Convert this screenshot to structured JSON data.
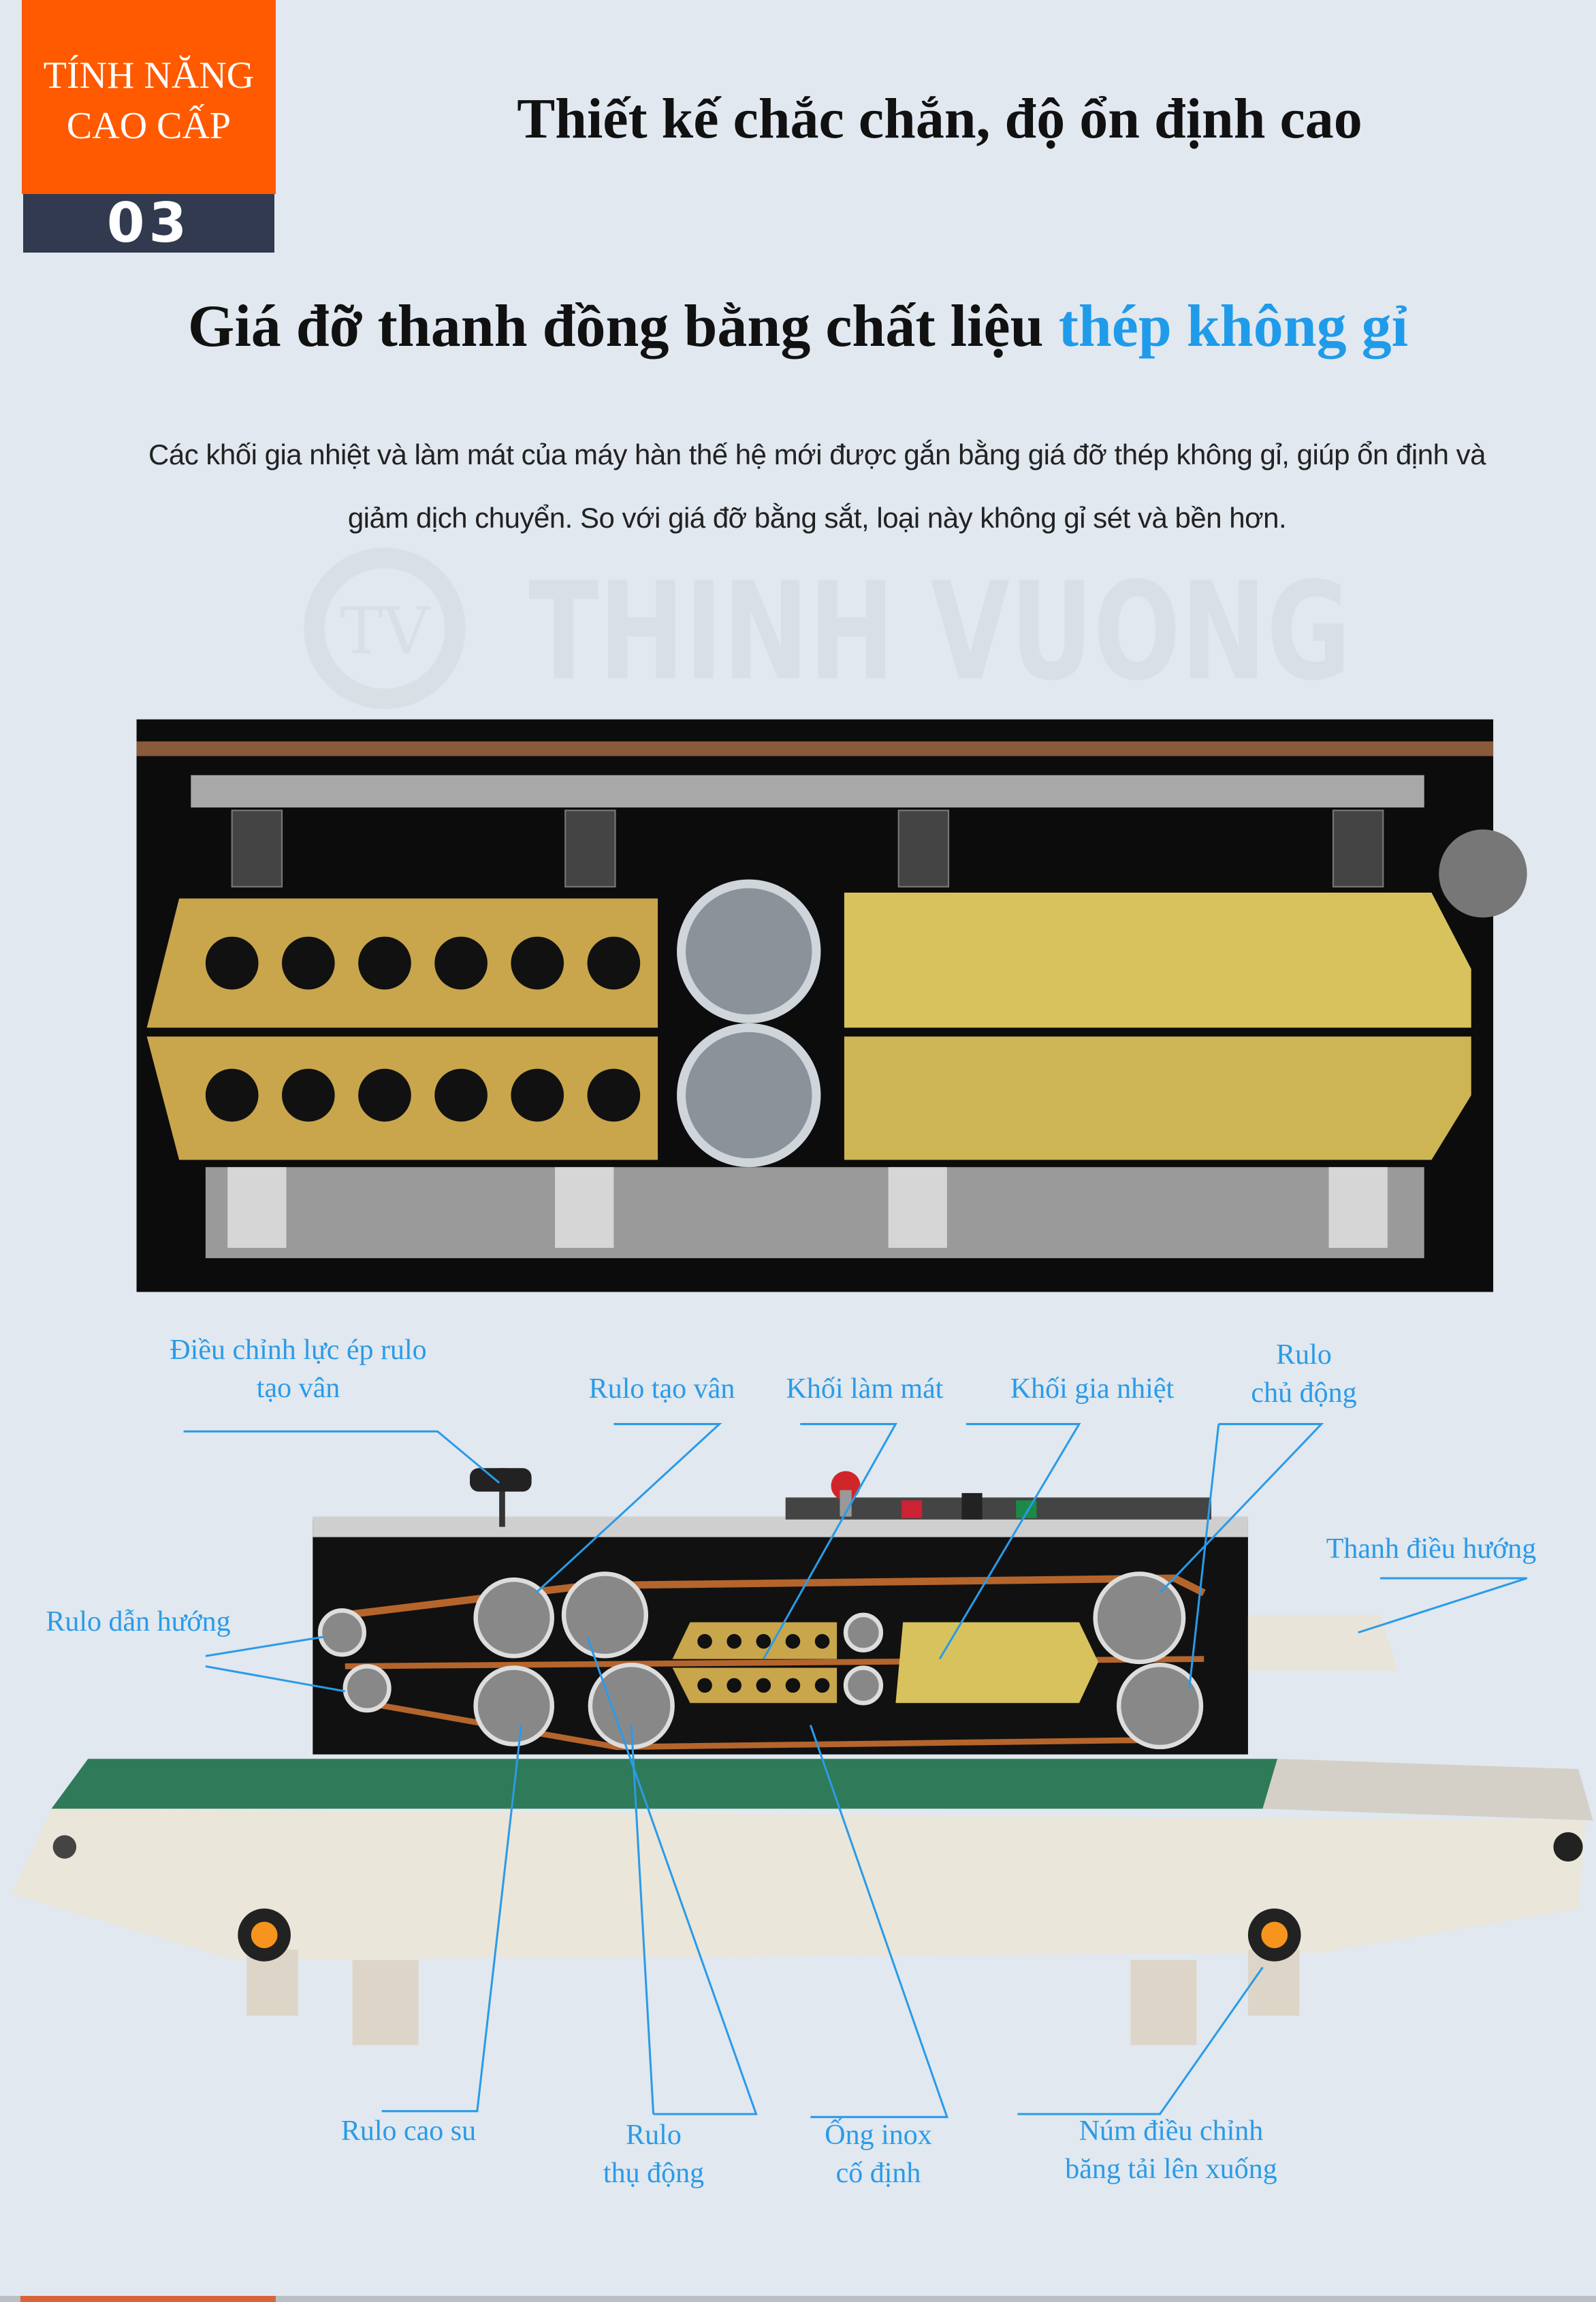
{
  "badge": {
    "line1": "TÍNH NĂNG",
    "line2": "CAO CẤP",
    "number": "03"
  },
  "title": "Thiết kế chắc chắn, độ ổn định cao",
  "heading": {
    "text": "Giá đỡ thanh đồng bằng chất liệu ",
    "highlight": "thép không gỉ"
  },
  "description": {
    "line1": "Các khối gia nhiệt và làm mát của máy hàn thế hệ mới được gắn bằng giá đỡ thép không gỉ, giúp ổn định và",
    "line2": "giảm dịch chuyển. So với giá đỡ bằng sắt, loại này không gỉ sét và bền hơn."
  },
  "watermark": "THINH VUONG",
  "labels": {
    "pressure_adjust_1": "Điều chỉnh lực ép rulo",
    "pressure_adjust_2": "tạo vân",
    "emboss_roller": "Rulo tạo vân",
    "cooling_block": "Khối làm mát",
    "heating_block": "Khối gia nhiệt",
    "drive_roller_1": "Rulo",
    "drive_roller_2": "chủ động",
    "guide_bar": "Thanh điều hướng",
    "guide_roller": "Rulo dẫn hướng",
    "rubber_roller": "Rulo cao su",
    "passive_roller_1": "Rulo",
    "passive_roller_2": "thụ động",
    "inox_tube_1": "Ống inox",
    "inox_tube_2": "cố định",
    "belt_knob_1": "Núm điều chỉnh",
    "belt_knob_2": "băng tải lên xuống"
  },
  "colors": {
    "accent": "#ff5a00",
    "navy": "#313a4f",
    "highlight": "#1f9bea",
    "label": "#2a9be8",
    "background": "#e1e8ef"
  }
}
